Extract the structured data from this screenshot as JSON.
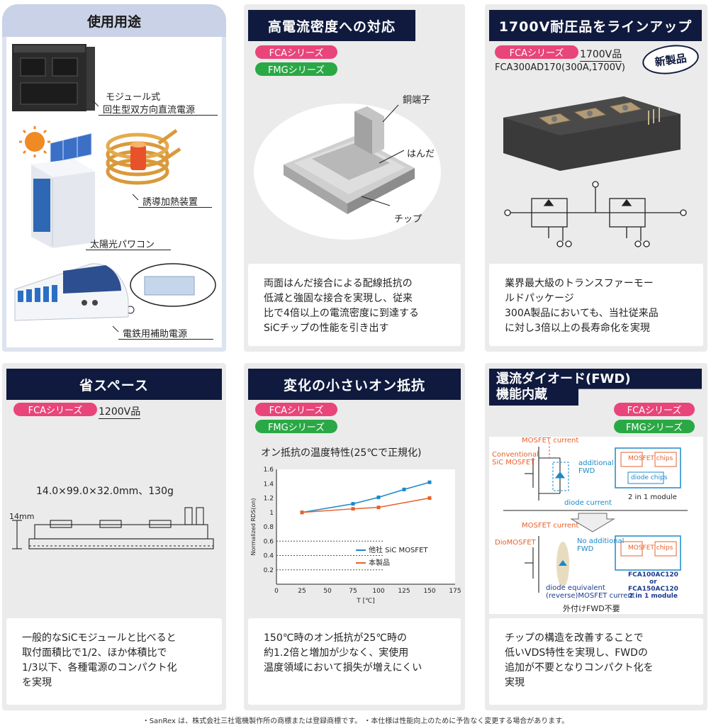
{
  "usage": {
    "title": "使用用途",
    "items": [
      "モジュール式",
      "回生型双方向直流電源",
      "誘導加熱装置",
      "太陽光パワコン",
      "電鉄用補助電源"
    ]
  },
  "current_density": {
    "title": "高電流密度への対応",
    "series1": "FCAシリーズ",
    "series2": "FMGシリーズ",
    "label_copper": "銅端子",
    "label_solder": "はんだ",
    "label_chip": "チップ",
    "desc": [
      "両面はんだ接合による配線抵抗の",
      "低減と強固な接合を実現し、従来",
      "比で4倍以上の電流密度に到達する",
      "SiCチップの性能を引き出す"
    ]
  },
  "lineup": {
    "title": "1700V耐圧品をラインアップ",
    "series": "FCAシリーズ",
    "voltage": "1700V品",
    "model": "FCA300AD170(300A,1700V)",
    "badge": "新製品",
    "desc": [
      "業界最大級のトランスファーモー",
      "ルドパッケージ",
      "300A製品においても、当社従来品",
      "に対し3倍以上の長寿命化を実現"
    ]
  },
  "space": {
    "title": "省スペース",
    "series": "FCAシリーズ",
    "voltage": "1200V品",
    "dims": "14.0×99.0×32.0mm、130g",
    "height_label": "14mm",
    "desc": [
      "一般的なSiCモジュールと比べると",
      "取付面積比で1/2、ほか体積比で",
      "1/3以下、各種電源のコンパクト化",
      "を実現"
    ]
  },
  "on_resistance": {
    "title": "変化の小さいオン抵抗",
    "series1": "FCAシリーズ",
    "series2": "FMGシリーズ",
    "chart_title": "オン抵抗の温度特性(25℃で正規化)",
    "desc": [
      "150℃時のオン抵抗が25℃時の",
      "約1.2倍と増加が少なく、実使用",
      "温度領域において損失が増えにくい"
    ]
  },
  "fwd": {
    "title_line1": "還流ダイオード(FWD)",
    "title_line2": "機能内蔵",
    "series1": "FCAシリーズ",
    "series2": "FMGシリーズ",
    "mosfet_current": "MOSFET current",
    "conventional_1": "Conventional",
    "conventional_2": "SiC MOSFET",
    "additional_1": "additional",
    "additional_2": "FWD",
    "mosfet_chips": "MOSFET chips",
    "diode_chips": "diode chips",
    "module_2in1": "2 in 1 module",
    "diode_current": "diode current",
    "mosfet_current2": "MOSFET current",
    "dio_mosfet": "DioMOSFET",
    "no_additional_1": "No additional",
    "no_additional_2": "FWD",
    "diode_equiv_1": "diode equivalent",
    "diode_equiv_2": "(reverse)MOSFET current",
    "mosfet_chips2": "MOSFET chips",
    "model_1": "FCA100AC120",
    "model_or": "or",
    "model_2": "FCA150AC120",
    "model_3": "2 in 1 module",
    "external_fwd": "外付けFWD不要",
    "desc": [
      "チップの構造を改善することで",
      "低いVDS特性を実現し、FWDの",
      "追加が不要となりコンパクト化を",
      "実現"
    ]
  },
  "footer": "・SanRex は、株式会社三社電機製作所の商標または登録商標です。 ・本仕様は性能向上のために予告なく変更する場合があります。",
  "chart_data": {
    "type": "line",
    "title": "",
    "xlabel": "T [℃]",
    "ylabel": "Normalized RDS(on)",
    "xlim": [
      0,
      175
    ],
    "ylim": [
      0,
      1.6
    ],
    "xticks": [
      0,
      25,
      50,
      75,
      100,
      125,
      150,
      175
    ],
    "yticks": [
      0.2,
      0.4,
      0.6,
      0.8,
      1,
      1.2,
      1.4,
      1.6
    ],
    "legend": "bottom-right",
    "series": [
      {
        "name": "他社 SiC MOSFET",
        "color": "#1e88c8",
        "x": [
          25,
          75,
          100,
          125,
          150
        ],
        "y": [
          1.0,
          1.12,
          1.21,
          1.32,
          1.42
        ]
      },
      {
        "name": "本製品",
        "color": "#e8602c",
        "x": [
          25,
          75,
          100,
          150
        ],
        "y": [
          1.0,
          1.05,
          1.07,
          1.2
        ]
      }
    ]
  }
}
